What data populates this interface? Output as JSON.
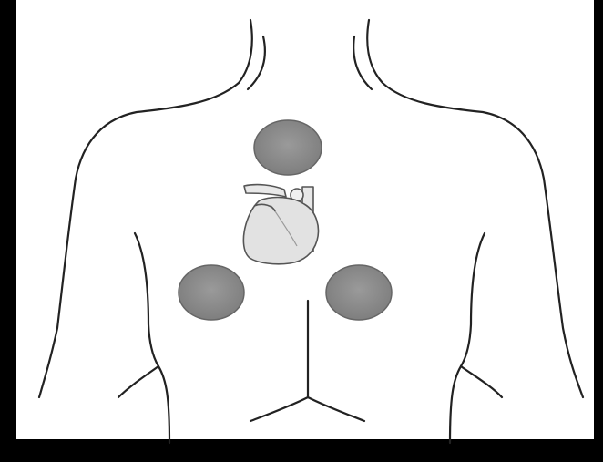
{
  "colors": {
    "frame": "#000000",
    "background": "#ffffff",
    "outline": "#222222",
    "electrode_fill": "#8a8a8a",
    "electrode_stroke": "#666666",
    "heart_fill": "#e2e2e2",
    "heart_stroke": "#555555"
  },
  "figure": {
    "subject": "torso-outline-back",
    "electrodes": [
      {
        "name": "upper-center-electrode"
      },
      {
        "name": "left-lower-electrode"
      },
      {
        "name": "right-lower-electrode"
      }
    ],
    "heart_icon": "heart-icon"
  }
}
